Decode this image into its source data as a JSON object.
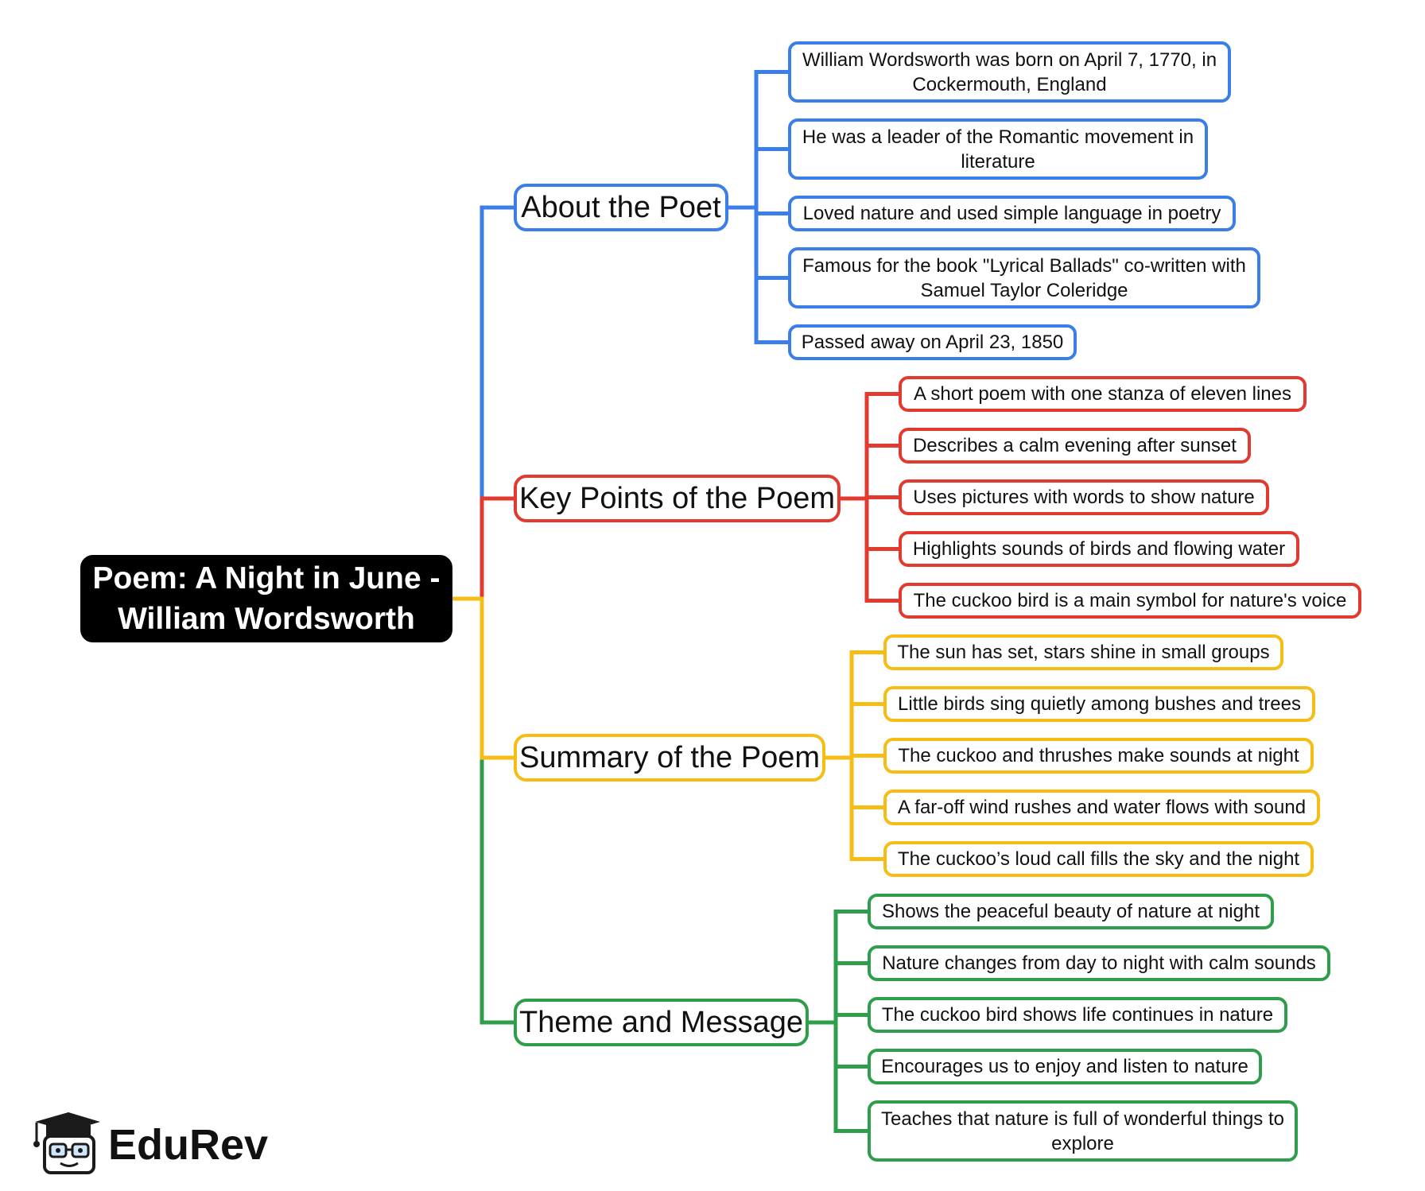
{
  "root": {
    "line1": "Poem: A Night in June -",
    "line2": "William Wordsworth"
  },
  "colors": {
    "blue": "#3b7ee8",
    "red": "#e23a2e",
    "yellow": "#f6bd16",
    "green": "#2f9e4a",
    "root_bg": "#000000"
  },
  "branches": [
    {
      "label": "About the Poet",
      "color": "#3b7ee8",
      "leaves": [
        "William Wordsworth was born on April 7, 1770, in Cockermouth, England",
        "He was a leader of the Romantic movement in literature",
        "Loved nature and used simple language in poetry",
        "Famous for the book \"Lyrical Ballads\" co-written with Samuel Taylor Coleridge",
        "Passed away on April 23, 1850"
      ]
    },
    {
      "label": "Key Points of the Poem",
      "color": "#e23a2e",
      "leaves": [
        "A short poem with one stanza of eleven lines",
        "Describes a calm evening after sunset",
        "Uses pictures with words to show nature",
        "Highlights sounds of birds and flowing water",
        "The cuckoo bird is a main symbol for nature's voice"
      ]
    },
    {
      "label": "Summary of the Poem",
      "color": "#f6bd16",
      "leaves": [
        "The sun has set, stars shine in small groups",
        "Little birds sing quietly among bushes and trees",
        "The cuckoo and thrushes make sounds at night",
        "A far-off wind rushes and water flows with sound",
        "The cuckoo’s loud call fills the sky and the night"
      ]
    },
    {
      "label": "Theme and Message",
      "color": "#2f9e4a",
      "leaves": [
        "Shows the peaceful beauty of nature at night",
        "Nature changes from day to night with calm sounds",
        "The cuckoo bird shows life continues in nature",
        "Encourages us to enjoy and listen to nature",
        "Teaches that nature is full of wonderful things to explore"
      ]
    }
  ],
  "logo": {
    "text": "EduRev",
    "icon": "graduation-cap-mascot-icon"
  }
}
